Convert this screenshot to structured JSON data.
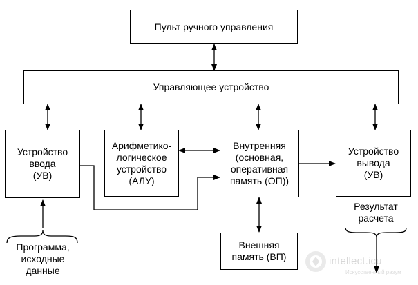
{
  "blocks": {
    "control_panel": "Пульт ручного управления",
    "control_unit": "Управляющее устройство",
    "input_device": "Устройство\nввода\n(УВ)",
    "alu": "Арифметико-\nлогическое\nустройство\n(АЛУ)",
    "main_memory": "Внутренняя\n(основная,\nоперативная\nпамять (ОП))",
    "output_device": "Устройство\nвывода\n(УВ)",
    "external_memory": "Внешняя\nпамять (ВП)"
  },
  "labels": {
    "program_input": "Программа,\nисходные\nданные",
    "result": "Результат\nрасчета"
  },
  "watermark": {
    "text": "intellect.icu",
    "subtext": "Искусственный разум"
  }
}
